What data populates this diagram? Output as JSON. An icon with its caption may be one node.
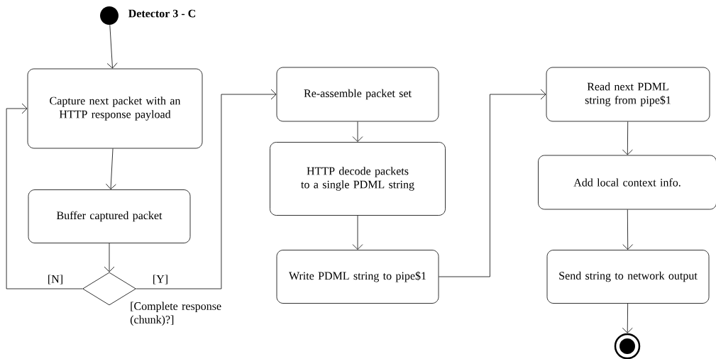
{
  "diagram": {
    "nodes": [
      {
        "text": [],
        "shape": "circle",
        "beside": [
          "Detector 3 - C"
        ]
      },
      {
        "text": [
          "Capture next packet with an HTTP response payload"
        ]
      },
      {
        "text": [
          "Buffer captured packet"
        ]
      },
      {
        "text": [],
        "shape": "diamond",
        "beside": [
          "[Complete response (chunk)?]"
        ]
      },
      {
        "text": [
          "Re-assemble packet set"
        ]
      },
      {
        "text": [
          "HTTP decode packets to a single PDML string"
        ]
      },
      {
        "text": [
          "Write PDML string to pipe$1"
        ]
      },
      {
        "text": [
          "Read next PDML string from pipe$1"
        ]
      },
      {
        "text": [
          "Add local context info."
        ]
      },
      {
        "text": [
          "Send string to network output"
        ]
      },
      {
        "text": [],
        "shape": "bullseye"
      }
    ],
    "edges": [
      {
        "from": 0,
        "to": 1,
        "arrow": "to"
      },
      {
        "from": 1,
        "to": 2,
        "arrow": "to"
      },
      {
        "from": 2,
        "to": 3,
        "arrow": "to"
      },
      {
        "from": 3,
        "to": 1,
        "arrow": "to",
        "label": "[N]"
      },
      {
        "from": 3,
        "to": 4,
        "arrow": "to",
        "label": "[Y]"
      },
      {
        "from": 4,
        "to": 5,
        "arrow": "to"
      },
      {
        "from": 5,
        "to": 6,
        "arrow": "to"
      },
      {
        "from": 6,
        "to": 7,
        "arrow": "to"
      },
      {
        "from": 7,
        "to": 8,
        "arrow": "to"
      },
      {
        "from": 8,
        "to": 9,
        "arrow": "to"
      },
      {
        "from": 9,
        "to": 10,
        "arrow": "to"
      }
    ]
  }
}
